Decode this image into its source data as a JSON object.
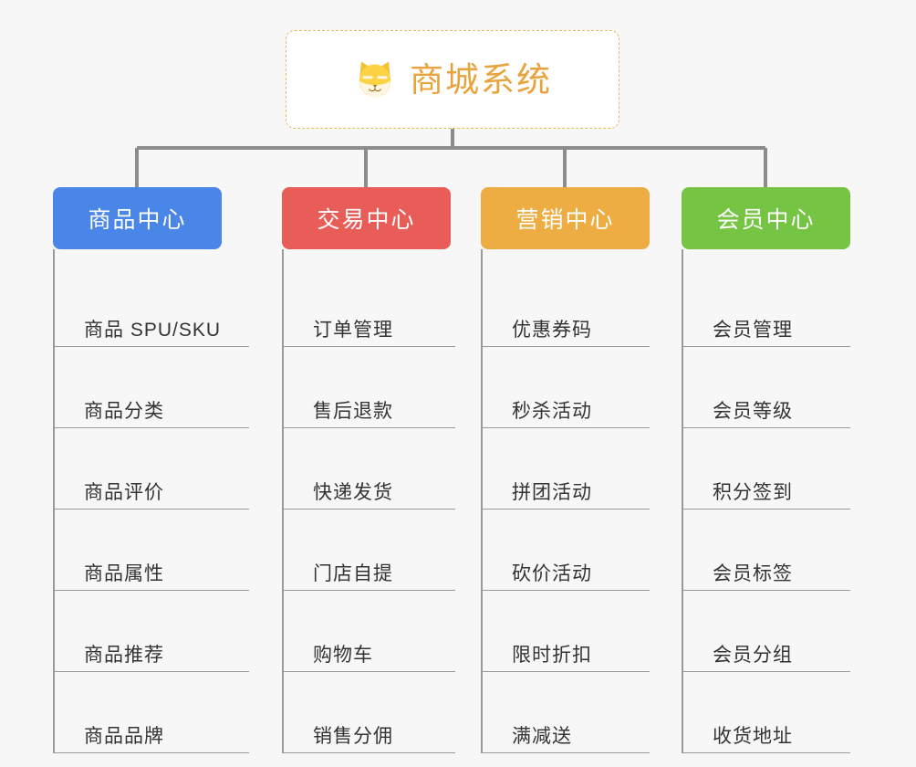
{
  "canvas": {
    "background": "#f7f7f7",
    "connector_color": "#8c8c8c"
  },
  "root": {
    "title": "商城系统",
    "icon": "shiba-dog-face-icon",
    "text_color": "#e8a33d",
    "border_color": "#e8b863",
    "background": "#ffffff"
  },
  "branches": [
    {
      "label": "商品中心",
      "color": "#4a86e8",
      "items": [
        "商品 SPU/SKU",
        "商品分类",
        "商品评价",
        "商品属性",
        "商品推荐",
        "商品品牌"
      ]
    },
    {
      "label": "交易中心",
      "color": "#e85d58",
      "items": [
        "订单管理",
        "售后退款",
        "快递发货",
        "门店自提",
        "购物车",
        "销售分佣"
      ]
    },
    {
      "label": "营销中心",
      "color": "#eead42",
      "items": [
        "优惠券码",
        "秒杀活动",
        "拼团活动",
        "砍价活动",
        "限时折扣",
        "满减送"
      ]
    },
    {
      "label": "会员中心",
      "color": "#76c443",
      "items": [
        "会员管理",
        "会员等级",
        "积分签到",
        "会员标签",
        "会员分组",
        "收货地址"
      ]
    }
  ]
}
